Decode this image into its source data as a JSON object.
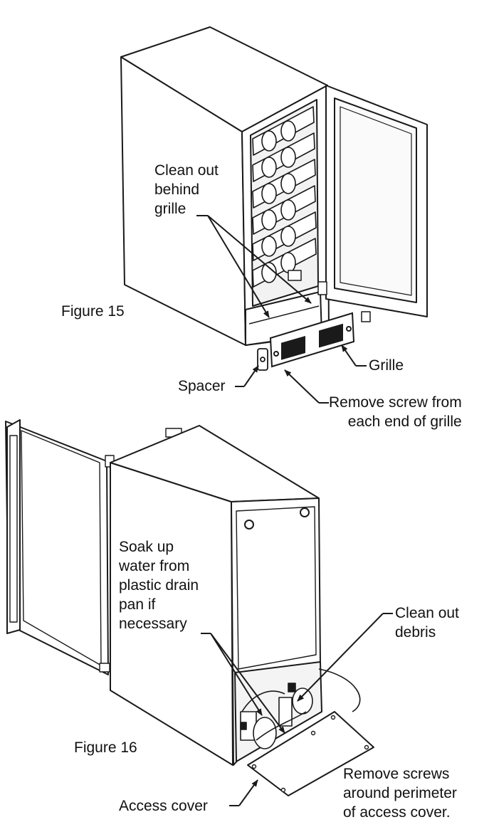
{
  "colors": {
    "line": "#1a1a1a",
    "fill": "#ffffff",
    "shade": "#9a9a9a",
    "dark": "#333333"
  },
  "figure15": {
    "caption": "Figure 15",
    "label_clean_behind": [
      "Clean out",
      "behind",
      "grille"
    ],
    "label_grille": "Grille",
    "label_spacer": "Spacer",
    "label_remove_screw": [
      "Remove screw from",
      "each end of grille"
    ]
  },
  "figure16": {
    "caption": "Figure 16",
    "label_soak": [
      "Soak up",
      "water from",
      "plastic drain",
      "pan if",
      "necessary"
    ],
    "label_clean_debris": [
      "Clean out",
      "debris"
    ],
    "label_access_cover": "Access cover",
    "label_remove_screws": [
      "Remove screws",
      "around perimeter",
      "of access cover."
    ]
  }
}
